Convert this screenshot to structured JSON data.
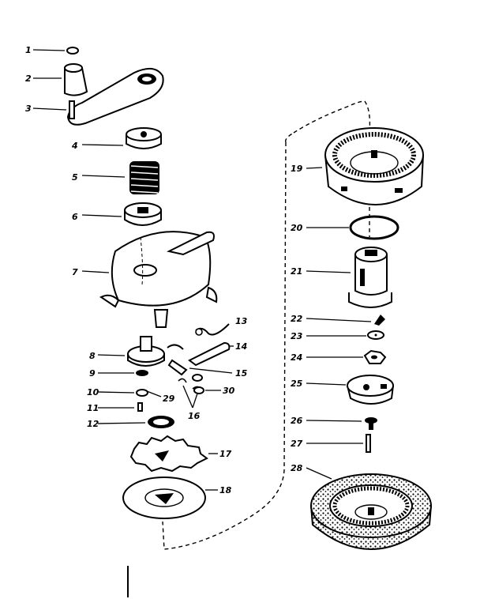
{
  "parts": [
    {
      "number": "1"
    },
    {
      "number": "2"
    },
    {
      "number": "3"
    },
    {
      "number": "4"
    },
    {
      "number": "5"
    },
    {
      "number": "6"
    },
    {
      "number": "7"
    },
    {
      "number": "8"
    },
    {
      "number": "9"
    },
    {
      "number": "10"
    },
    {
      "number": "11"
    },
    {
      "number": "12"
    },
    {
      "number": "13"
    },
    {
      "number": "14"
    },
    {
      "number": "15"
    },
    {
      "number": "16"
    },
    {
      "number": "17"
    },
    {
      "number": "18"
    },
    {
      "number": "19"
    },
    {
      "number": "20"
    },
    {
      "number": "21"
    },
    {
      "number": "22"
    },
    {
      "number": "23"
    },
    {
      "number": "24"
    },
    {
      "number": "25"
    },
    {
      "number": "26"
    },
    {
      "number": "27"
    },
    {
      "number": "28"
    },
    {
      "number": "29"
    },
    {
      "number": "30"
    }
  ]
}
